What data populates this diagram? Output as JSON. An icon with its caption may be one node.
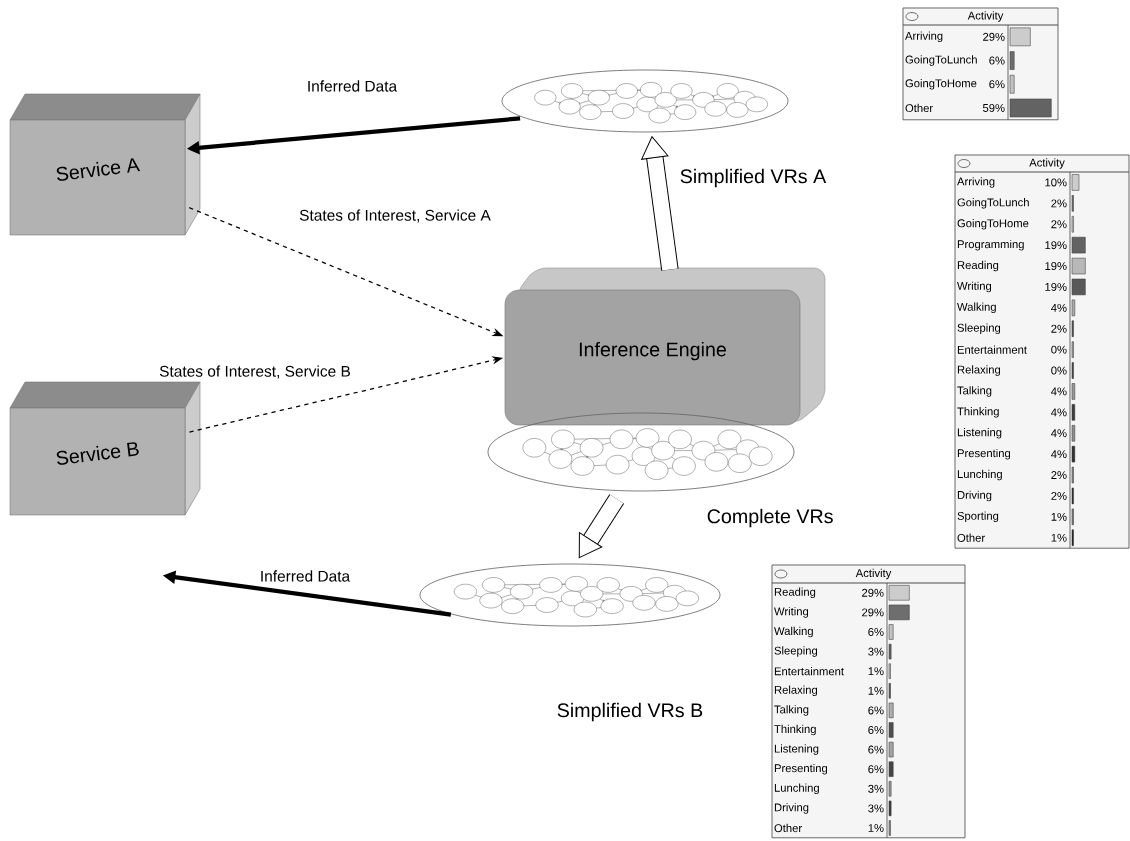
{
  "diagram": {
    "nodes": [
      {
        "text": [
          "Service A"
        ]
      },
      {
        "text": [
          "Service B"
        ]
      },
      {
        "text": [
          "Inference Engine"
        ]
      },
      {
        "text": [],
        "shape": "picture",
        "beside": [
          "Simplified VRs A"
        ]
      },
      {
        "text": [],
        "shape": "picture",
        "beside": [
          "Complete VRs"
        ]
      },
      {
        "text": [],
        "shape": "picture",
        "beside": [
          "Simplified VRs B"
        ]
      }
    ],
    "edges": [
      {
        "from": 3,
        "to": 0,
        "arrow": "to",
        "label": "Inferred Data"
      },
      {
        "from": 0,
        "to": 2,
        "arrow": "to",
        "label": "States of Interest, Service A",
        "style": "dashed"
      },
      {
        "from": 1,
        "to": 2,
        "arrow": "to",
        "label": "States of Interest, Service B",
        "style": "dashed"
      },
      {
        "from": 5,
        "to": 1,
        "arrow": "to",
        "label": "Inferred Data"
      },
      {
        "from": 2,
        "to": 3,
        "arrow": "to",
        "style": "thick"
      },
      {
        "from": 4,
        "to": 5,
        "arrow": "to",
        "style": "thick"
      }
    ],
    "labels": [
      "Activity",
      "Arriving",
      "29%",
      "GoingToLunch",
      "6%",
      "GoingToHome",
      "6%",
      "Other",
      "59%",
      "Activity",
      "Arriving",
      "10%",
      "GoingToLunch",
      "2%",
      "GoingToHome",
      "2%",
      "Programming",
      "19%",
      "Reading",
      "19%",
      "Writing",
      "19%",
      "Walking",
      "4%",
      "Sleeping",
      "2%",
      "Entertainment",
      "0%",
      "Relaxing",
      "0%",
      "Talking",
      "4%",
      "Thinking",
      "4%",
      "Listening",
      "4%",
      "Presenting",
      "4%",
      "Lunching",
      "2%",
      "Driving",
      "2%",
      "Sporting",
      "1%",
      "Other",
      "1%",
      "Activity",
      "Reading",
      "29%",
      "Writing",
      "29%",
      "Walking",
      "6%",
      "Sleeping",
      "3%",
      "Entertainment",
      "1%",
      "Relaxing",
      "1%",
      "Talking",
      "6%",
      "Thinking",
      "6%",
      "Listening",
      "6%",
      "Presenting",
      "6%",
      "Lunching",
      "3%",
      "Driving",
      "3%",
      "Other",
      "1%"
    ]
  }
}
